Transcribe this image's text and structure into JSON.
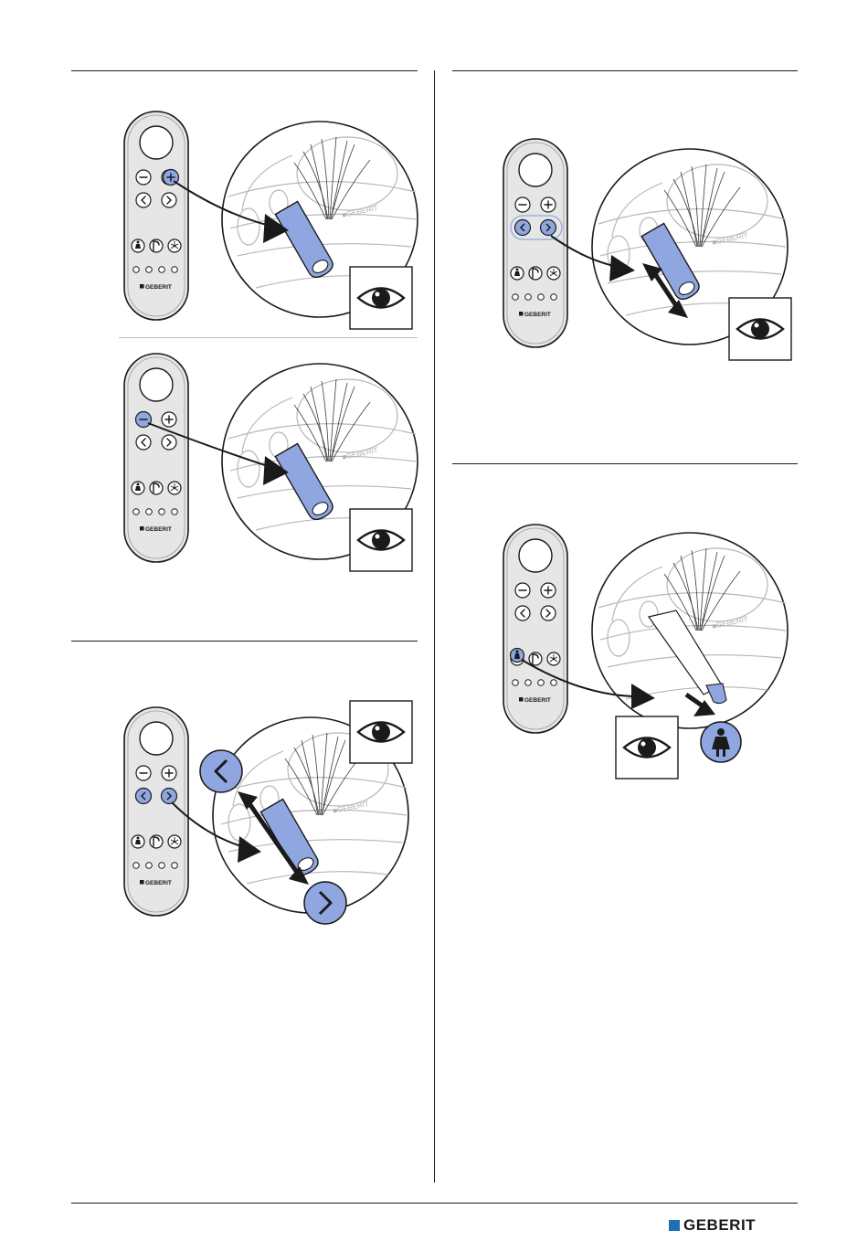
{
  "brand": {
    "remote_logo_text": "GEBERIT",
    "footer_logo_text": "GEBERIT",
    "accent_color": "#8fa6e0",
    "footer_square_color": "#1f6fb8"
  },
  "remote": {
    "buttons": [
      "power",
      "minus",
      "plus",
      "left",
      "right",
      "user",
      "shower",
      "dryer",
      "user-slot-1",
      "user-slot-2",
      "user-slot-3",
      "user-slot-4"
    ]
  },
  "figures": [
    {
      "id": "spray-intensity-increase",
      "highlighted": [
        "plus"
      ],
      "icons": [
        "eye-icon"
      ]
    },
    {
      "id": "spray-intensity-decrease",
      "highlighted": [
        "minus"
      ],
      "icons": [
        "eye-icon"
      ]
    },
    {
      "id": "spray-position-adjust-right-panel",
      "highlighted": [
        "left",
        "right"
      ],
      "icons": [
        "eye-icon",
        "double-arrow-icon"
      ]
    },
    {
      "id": "spray-position-adjust-left-panel",
      "highlighted": [
        "left",
        "right"
      ],
      "icons": [
        "eye-icon",
        "chevron-left-icon",
        "chevron-right-icon"
      ]
    },
    {
      "id": "lady-shower",
      "highlighted": [
        "user"
      ],
      "icons": [
        "eye-icon",
        "lady-icon"
      ]
    }
  ]
}
